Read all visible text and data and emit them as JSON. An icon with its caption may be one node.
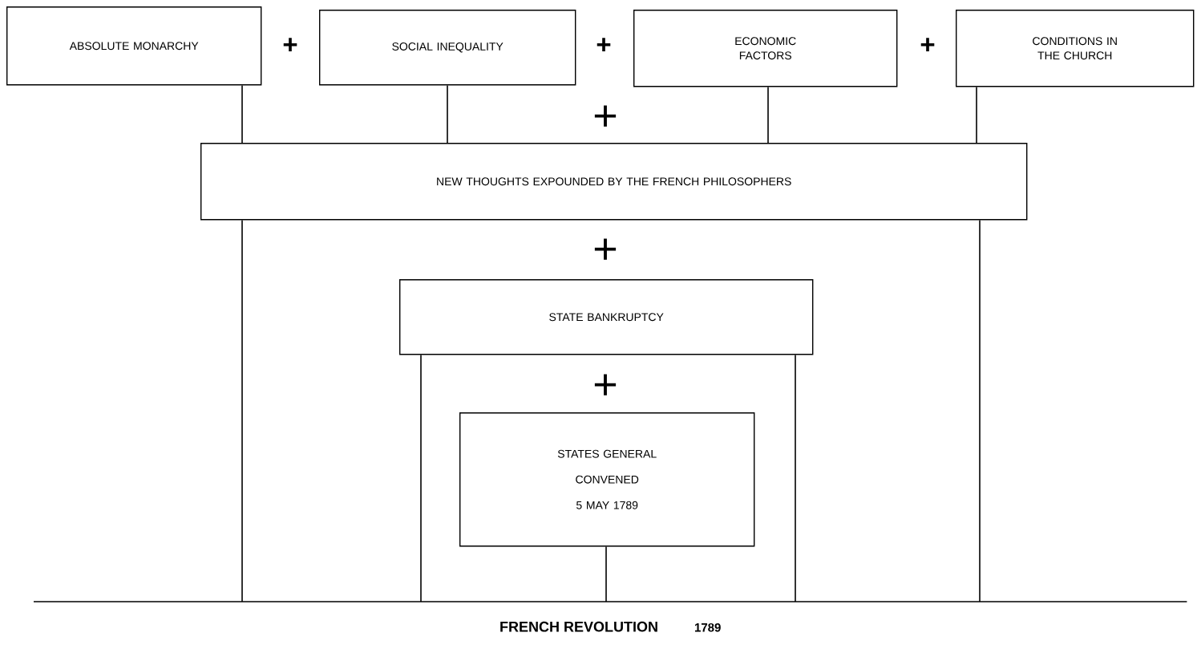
{
  "diagram": {
    "nodes": [
      {
        "text": [
          "ABSOLUTE MONARCHY"
        ]
      },
      {
        "text": [
          "SOCIAL INEQUALITY"
        ]
      },
      {
        "text": [
          "ECONOMIC FACTORS"
        ]
      },
      {
        "text": [
          "CONDITIONS IN THE CHURCH"
        ]
      },
      {
        "text": [
          "NEW THOUGHTS EXPOUNDED BY THE FRENCH PHILOSOPHERS"
        ]
      },
      {
        "text": [
          "STATE BANKRUPTCY"
        ]
      },
      {
        "text": [
          "STATES GENERAL",
          "CONVENED",
          "5 MAY 1789"
        ]
      },
      {
        "text": [
          "FRENCH REVOLUTION",
          "1789"
        ]
      }
    ],
    "edges": [
      {
        "from": 0,
        "to": 4,
        "arrow": "none"
      },
      {
        "from": 1,
        "to": 4,
        "arrow": "none"
      },
      {
        "from": 2,
        "to": 4,
        "arrow": "none"
      },
      {
        "from": 3,
        "to": 4,
        "arrow": "none"
      },
      {
        "from": 4,
        "to": 7,
        "arrow": "none"
      },
      {
        "from": 4,
        "to": 7,
        "arrow": "none"
      },
      {
        "from": 5,
        "to": 7,
        "arrow": "none"
      },
      {
        "from": 5,
        "to": 7,
        "arrow": "none"
      },
      {
        "from": 6,
        "to": 7,
        "arrow": "none"
      }
    ],
    "labels": [
      "+",
      "+",
      "+",
      "+",
      "+",
      "+"
    ]
  }
}
